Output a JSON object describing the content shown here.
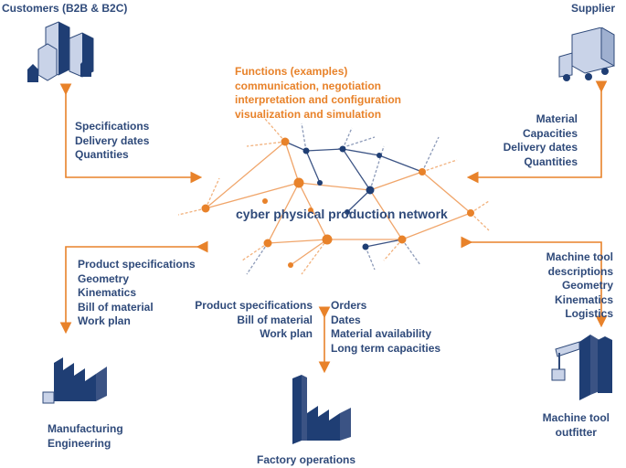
{
  "nodes": {
    "customers": {
      "title": "Customers (B2B & B2C)",
      "flows": [
        "Specifications",
        "Delivery dates",
        "Quantities"
      ]
    },
    "supplier": {
      "title": "Supplier",
      "flows": [
        "Material",
        "Capacities",
        "Delivery dates",
        "Quantities"
      ]
    },
    "manufacturing": {
      "title_lines": [
        "Manufacturing",
        "Engineering"
      ],
      "flows": [
        "Product specifications",
        "Geometry",
        "Kinematics",
        "Bill of material",
        "Work plan"
      ]
    },
    "machine_tool": {
      "title_lines": [
        "Machine tool",
        "outfitter"
      ],
      "flows": [
        "Machine tool",
        "descriptions",
        "Geometry",
        "Kinematics",
        "Logistics"
      ]
    },
    "factory": {
      "title": "Factory operations",
      "flows_left": [
        "Product specifications",
        "Bill of material",
        "Work plan"
      ],
      "flows_right": [
        "Orders",
        "Dates",
        "Material availability",
        "Long term capacities"
      ]
    }
  },
  "network": {
    "label": "cyber physical production network",
    "functions": [
      "Functions (examples)",
      "communication, negotiation",
      "interpretation and configuration",
      "visualization and simulation"
    ]
  },
  "colors": {
    "blue": "#2f4a7a",
    "orange": "#e8822a",
    "navy": "#1f3e74",
    "light_blue": "#c9d3e8"
  }
}
